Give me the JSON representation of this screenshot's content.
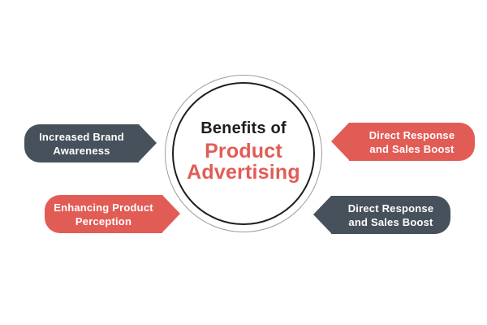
{
  "colors": {
    "coral_red": "#E25C56",
    "dark_slate": "#47515B",
    "title_dark": "#1E1E1C",
    "circle_outer_ring": "#9B9B9B",
    "circle_inner_ring": "#1E1E1C",
    "label_text": "#FFFFFF",
    "background": "#FFFFFF"
  },
  "center": {
    "title_top": "Benefits of",
    "title_main_line1": "Product",
    "title_main_line2": "Advertising"
  },
  "labels": [
    {
      "id": "increased-brand-awareness",
      "line1": "Increased Brand",
      "line2": "Awareness",
      "theme": "dark",
      "direction": "right",
      "position": "top-left"
    },
    {
      "id": "enhancing-product-perception",
      "line1": "Enhancing Product",
      "line2": "Perception",
      "theme": "red",
      "direction": "right",
      "position": "bottom-left"
    },
    {
      "id": "direct-response-sales-boost-top",
      "line1": "Direct Response",
      "line2": "and Sales Boost",
      "theme": "red",
      "direction": "left",
      "position": "top-right"
    },
    {
      "id": "direct-response-sales-boost-bottom",
      "line1": "Direct Response",
      "line2": "and Sales Boost",
      "theme": "dark",
      "direction": "left",
      "position": "bottom-right"
    }
  ]
}
